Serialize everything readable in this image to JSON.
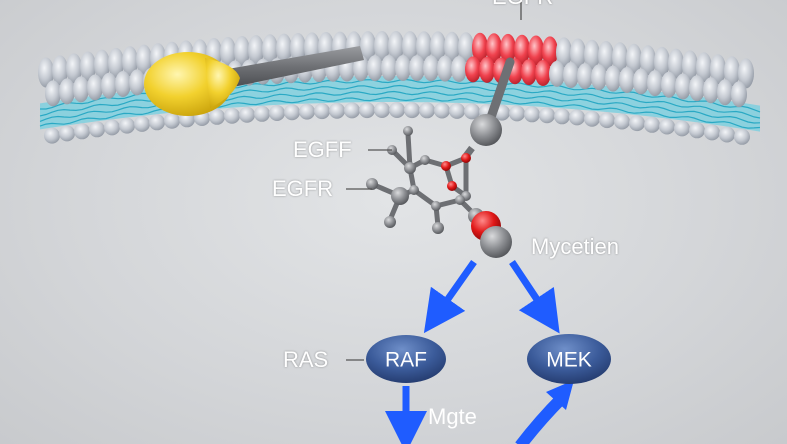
{
  "labels": {
    "top_cut": "EGFR",
    "egff": "EGFF",
    "egfr": "EGFR",
    "mycetien": "Mycetien",
    "ras": "RAS",
    "mgte": "Mgte"
  },
  "nodes": {
    "raf": "RAF",
    "mek": "MEK"
  },
  "colors": {
    "background": "#d4d6d9",
    "lipid_head": "#c3c8d0",
    "lipid_tail": "#4fc3d8",
    "receptor_highlight": "#f0424e",
    "ligand": "#f2d12e",
    "node_fill": "#3b5b9a",
    "arrow": "#1f5cff",
    "atom_gray": "#8d8f93",
    "atom_red": "#e01818"
  }
}
